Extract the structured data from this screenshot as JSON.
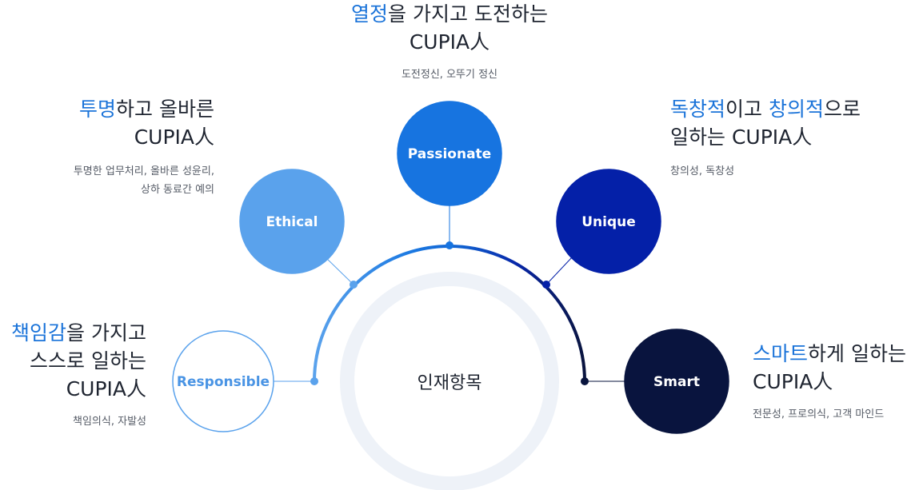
{
  "center": {
    "label": "인재항목"
  },
  "nodes": [
    {
      "key": "responsible",
      "label": "Responsible",
      "fill": "#ffffff",
      "stroke": "#5aa2ec",
      "text_color": "#4a94e4"
    },
    {
      "key": "ethical",
      "label": "Ethical",
      "fill": "#5aa2ec",
      "stroke": "#5aa2ec",
      "text_color": "#ffffff"
    },
    {
      "key": "passionate",
      "label": "Passionate",
      "fill": "#1774e0",
      "stroke": "#1774e0",
      "text_color": "#ffffff"
    },
    {
      "key": "unique",
      "label": "Unique",
      "fill": "#0420a8",
      "stroke": "#0420a8",
      "text_color": "#ffffff"
    },
    {
      "key": "smart",
      "label": "Smart",
      "fill": "#09143e",
      "stroke": "#09143e",
      "text_color": "#ffffff"
    }
  ],
  "blocks": {
    "passionate": {
      "line1_hl": "열정",
      "line1_rest": "을 가지고 도전하는",
      "line2": "CUPIA人",
      "desc": "도전정신, 오뚜기 정신"
    },
    "ethical": {
      "line1_hl": "투명",
      "line1_rest": "하고 올바른",
      "line2": "CUPIA人",
      "desc1": "투명한 업무처리, 올바른 성윤리,",
      "desc2": "상하 동료간 예의"
    },
    "unique": {
      "line1_hl_a": "독창적",
      "line1_mid": "이고 ",
      "line1_hl_b": "창의적",
      "line1_rest": "으로",
      "line2": "일하는 CUPIA人",
      "desc": "창의성, 독창성"
    },
    "responsible": {
      "line1_hl": "책임감",
      "line1_rest": "을 가지고",
      "line2": "스스로 일하는",
      "line3": "CUPIA人",
      "desc": "책임의식, 자발성"
    },
    "smart": {
      "line1_hl": "스마트",
      "line1_rest": "하게 일하는",
      "line2": "CUPIA人",
      "desc": "전문성, 프로의식, 고객 마인드"
    }
  },
  "colors": {
    "accent": "#1a73d9",
    "ring": "#eef2f8",
    "arc_light": "#5aa2ec",
    "arc_mid": "#1774e0",
    "arc_deep": "#0420a8",
    "arc_dark": "#09143e"
  }
}
